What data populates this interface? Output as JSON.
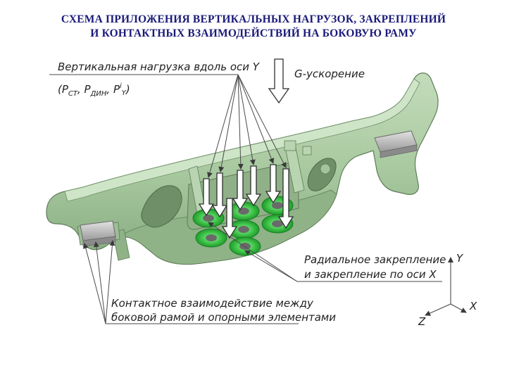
{
  "title": {
    "line1": "СХЕМА ПРИЛОЖЕНИЯ ВЕРТИКАЛЬНЫХ НАГРУЗОК, ЗАКРЕПЛЕНИЙ",
    "line2": "И КОНТАКТНЫХ ВЗАИМОДЕЙСТВИЙ  НА БОКОВУЮ РАМУ"
  },
  "annotations": {
    "vertical_load": "Вертикальная нагрузка вдоль оси Y",
    "load_formula": {
      "open": "(P",
      "sub1": "СТ",
      "mid1": ", P",
      "sub2": "ДИН",
      "mid2": ", P",
      "sup3": "i",
      "sub3": "Y",
      "close": ")"
    },
    "gravity": "G-ускорение",
    "radial_line1": "Радиальное закрепление",
    "radial_line2": "и закрепление по оси X",
    "contact_line1": "Контактное взаимодействие между",
    "contact_line2": "боковой рамой и опорными элементами"
  },
  "axes": {
    "y": "Y",
    "x": "X",
    "z": "Z"
  },
  "colors": {
    "title": "#1a1a7a",
    "frame": "#a9c9a0",
    "frame_shade": "#7ea377",
    "frame_edge": "#5e7d58",
    "springs": "#2fbf3a",
    "pads": "#b8b8b8",
    "lines": "#4a4a4a"
  }
}
